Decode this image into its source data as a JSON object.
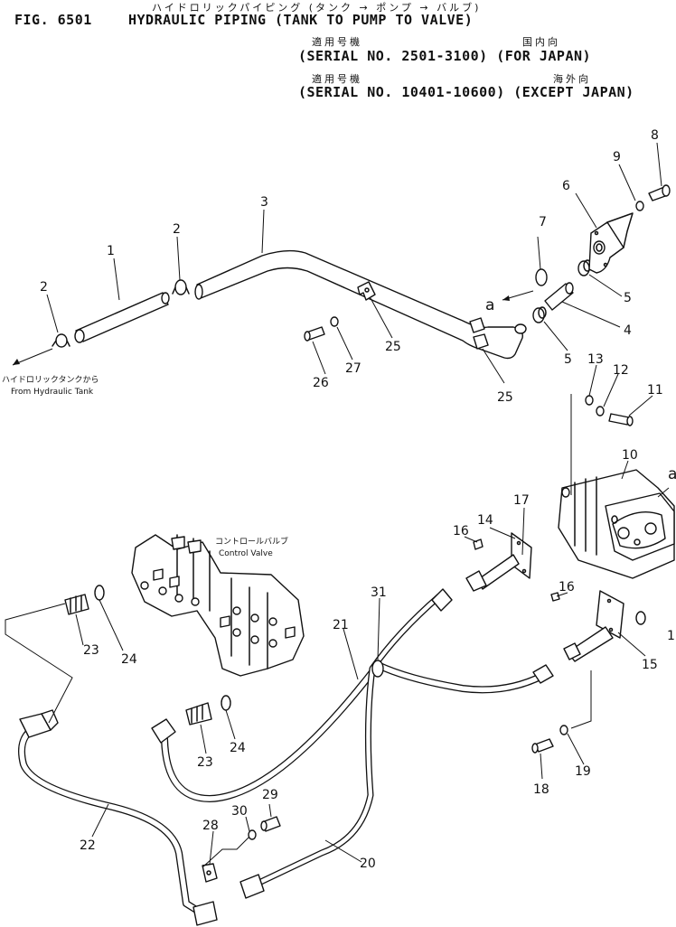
{
  "header": {
    "fig": "FIG. 6501",
    "title_jp": "ハイドロリックパイピング (タンク → ポンプ → バルブ)",
    "title_en": "HYDRAULIC PIPING (TANK TO PUMP TO VALVE)",
    "serial_1_jp": "適用号機",
    "serial_1_jp_right": "国内向",
    "serial_1": "(SERIAL NO. 2501-3100) (FOR JAPAN)",
    "serial_2_jp": "適用号機",
    "serial_2_jp_right": "海外向",
    "serial_2": "(SERIAL NO. 10401-10600) (EXCEPT JAPAN)"
  },
  "notes": {
    "tank_jp": "ハイドロリックタンクから",
    "tank_en": "From Hydraulic Tank",
    "valve_jp": "コントロールバルブ",
    "valve_en": "Control Valve",
    "ref_a1": "a",
    "ref_a2": "a"
  },
  "callouts": {
    "c1": "1",
    "c2a": "2",
    "c2b": "2",
    "c3": "3",
    "c4": "4",
    "c5a": "5",
    "c5b": "5",
    "c6": "6",
    "c7": "7",
    "c8": "8",
    "c9": "9",
    "c10": "10",
    "c11": "11",
    "c12": "12",
    "c13": "13",
    "c14": "14",
    "c15": "15",
    "c16a": "16",
    "c16b": "16",
    "c17": "17",
    "c18": "18",
    "c19": "19",
    "c20": "20",
    "c21": "21",
    "c22": "22",
    "c23a": "23",
    "c23b": "23",
    "c24a": "24",
    "c24b": "24",
    "c25a": "25",
    "c25b": "25",
    "c26": "26",
    "c27": "27",
    "c28": "28",
    "c29": "29",
    "c30": "30",
    "c31": "31",
    "c1x": "1"
  }
}
